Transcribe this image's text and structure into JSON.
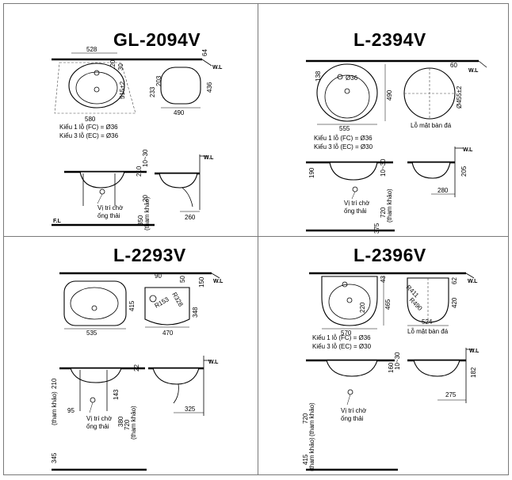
{
  "panels": [
    {
      "model": "GL-2094V",
      "top_view_dims": [
        "528",
        "120",
        "30",
        "580",
        "515±2",
        "233",
        "203",
        "436",
        "490"
      ],
      "wall_label": "W.L",
      "wall_dim": "64",
      "faucet_notes": [
        "Kiểu 1 lỗ (FC) = Ø36",
        "Kiểu 3 lỗ (EC) = Ø36"
      ],
      "side_dims": [
        "210",
        "10~30",
        "20",
        "350",
        "(tham khảo)",
        "260"
      ],
      "drain_label": [
        "Vị trí chờ",
        "ống thải"
      ],
      "floor_label": "F.L"
    },
    {
      "model": "L-2394V",
      "top_view_dims": [
        "138",
        "Ø36",
        "555",
        "490",
        "60",
        "Ø455±2"
      ],
      "wall_label": "W.L",
      "countertop_note": "Lỗ mặt bàn đá",
      "faucet_notes": [
        "Kiểu 1 lỗ (FC) = Ø36",
        "Kiểu 3 lỗ (EC) = Ø30"
      ],
      "side_dims": [
        "190",
        "10~30",
        "720",
        "(tham khảo)",
        "375",
        "205",
        "280"
      ],
      "drain_label": [
        "Vị trí chờ",
        "ống thải"
      ]
    },
    {
      "model": "L-2293V",
      "top_view_dims": [
        "415",
        "535",
        "90",
        "50",
        "150",
        "R153",
        "R328",
        "348",
        "470"
      ],
      "wall_label": "W.L",
      "side_dims": [
        "22",
        "210",
        "(tham khảo)",
        "345",
        "143",
        "380",
        "720",
        "(tham khảo)",
        "325",
        "95"
      ],
      "drain_label": [
        "Vị trí chờ",
        "ống thải"
      ]
    },
    {
      "model": "L-2396V",
      "top_view_dims": [
        "43",
        "220",
        "465",
        "570",
        "R411",
        "R490",
        "420",
        "62",
        "524"
      ],
      "wall_label": "W.L",
      "countertop_note": "Lỗ mặt bàn đá",
      "faucet_notes": [
        "Kiểu 1 lỗ (FC) = Ø36",
        "Kiểu 3 lỗ (EC) = Ø30"
      ],
      "side_dims": [
        "160",
        "10~30",
        "182",
        "720",
        "(tham khảo)",
        "415",
        "(tham khảo)",
        "275"
      ],
      "drain_label": [
        "Vị trí chờ",
        "ống thải"
      ]
    }
  ]
}
